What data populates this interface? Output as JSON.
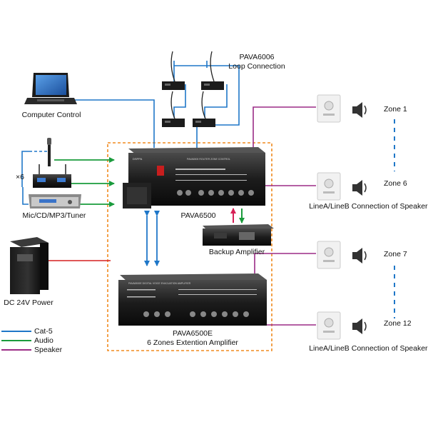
{
  "colors": {
    "cat5": "#1f77c8",
    "audio": "#1a9b3c",
    "speaker": "#9b2b86",
    "power": "#d62020",
    "backup_up": "#d62056",
    "backup_down": "#1a9b3c",
    "zone_border": "#f08a1e",
    "dots": "#1f77c8"
  },
  "labels": {
    "pava6006_line1": "PAVA6006",
    "pava6006_line2": "Loop Connection",
    "computer_control": "Computer Control",
    "x6": "×6",
    "mic_cd": "Mic/CD/MP3/Tuner",
    "pava6500": "PAVA6500",
    "backup_amplifier": "Backup  Amplifier",
    "dc_power": "DC 24V Power",
    "pava6500e_line1": "PAVA6500E",
    "pava6500e_line2": "6 Zones Extention Amplifier",
    "zone1": "Zone 1",
    "zone6": "Zone 6",
    "zone7": "Zone 7",
    "zone12": "Zone 12",
    "line_ab_1": "LineA/LineB Connection of Speakers",
    "line_ab_2": "LineA/LineB Connection of Speakers"
  },
  "legend": [
    {
      "label": "Cat-5",
      "color": "#1f77c8"
    },
    {
      "label": "Audio",
      "color": "#1a9b3c"
    },
    {
      "label": "Speaker",
      "color": "#9b2b86"
    }
  ],
  "devices": {
    "pava6500_brand": "DSPPA",
    "pava6500_panel": "PAVA6500 ROUTER ZONE CONTROL",
    "pava6500e_panel": "PAVA6500E DIGITAL VOICE EVACUATION AMPLIFIER"
  }
}
